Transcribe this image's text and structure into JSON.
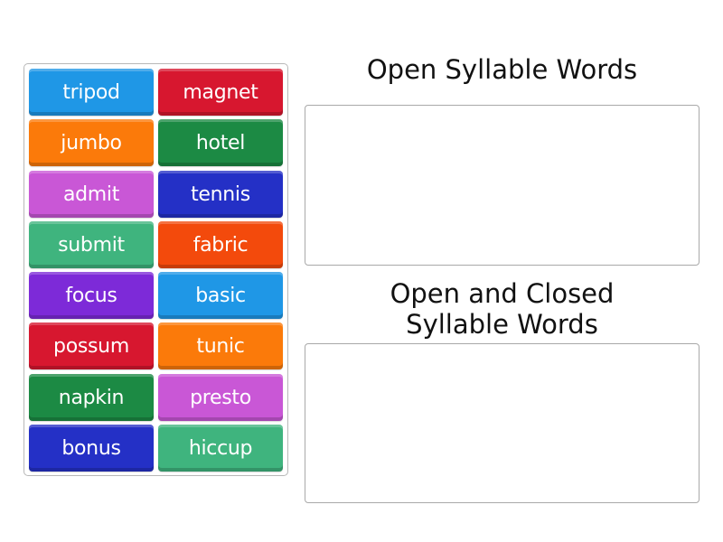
{
  "tiles": [
    {
      "label": "tripod",
      "color": "#1f97e6"
    },
    {
      "label": "magnet",
      "color": "#d7172f"
    },
    {
      "label": "jumbo",
      "color": "#fb7a0a"
    },
    {
      "label": "hotel",
      "color": "#1c8a44"
    },
    {
      "label": "admit",
      "color": "#c957d6"
    },
    {
      "label": "tennis",
      "color": "#2430c6"
    },
    {
      "label": "submit",
      "color": "#3fb47e"
    },
    {
      "label": "fabric",
      "color": "#f34a0c"
    },
    {
      "label": "focus",
      "color": "#7d2ad8"
    },
    {
      "label": "basic",
      "color": "#1f97e6"
    },
    {
      "label": "possum",
      "color": "#d7172f"
    },
    {
      "label": "tunic",
      "color": "#fb7a0a"
    },
    {
      "label": "napkin",
      "color": "#1c8a44"
    },
    {
      "label": "presto",
      "color": "#c957d6"
    },
    {
      "label": "bonus",
      "color": "#2430c6"
    },
    {
      "label": "hiccup",
      "color": "#3fb47e"
    }
  ],
  "groups": [
    {
      "title": "Open Syllable Words"
    },
    {
      "title_line1": "Open and Closed",
      "title_line2": "Syllable Words"
    }
  ]
}
